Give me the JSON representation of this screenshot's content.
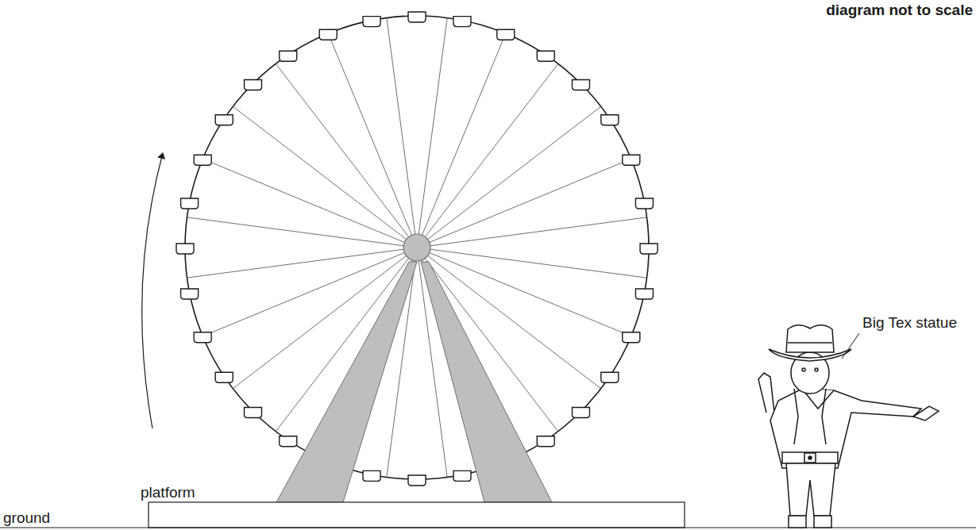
{
  "diagram": {
    "labels": [
      "diagram not to scale",
      "Big Tex statue",
      "platform",
      "ground"
    ]
  }
}
